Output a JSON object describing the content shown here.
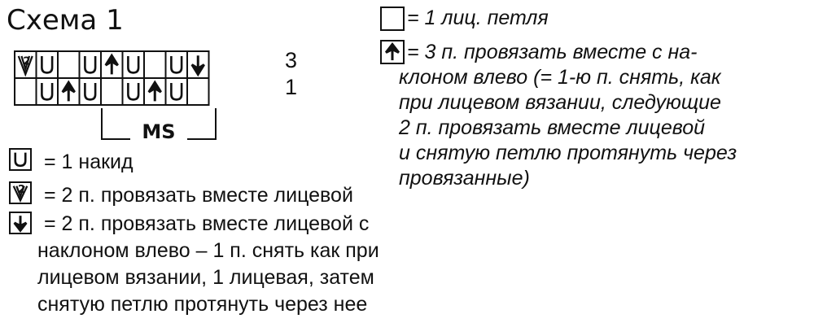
{
  "title": "Схема 1",
  "row_labels": [
    "3",
    "1"
  ],
  "ms_label": "MS",
  "grid": {
    "rows": [
      [
        "v2",
        "u",
        "",
        "u",
        "up",
        "u",
        "",
        "u",
        "down"
      ],
      [
        "",
        "u",
        "up",
        "u",
        "",
        "u",
        "up",
        "u",
        ""
      ]
    ]
  },
  "legend_left": [
    {
      "symbol": "u",
      "lines": [
        "= 1 накид"
      ]
    },
    {
      "symbol": "v2",
      "lines": [
        "= 2 п. провязать вместе лицевой"
      ]
    },
    {
      "symbol": "down",
      "lines": [
        "= 2 п. провязать вместе лицевой с",
        "наклоном влево – 1 п. снять как при",
        "лицевом вязании, 1 лицевая, затем",
        "снятую петлю протянуть через нее"
      ]
    }
  ],
  "legend_right": [
    {
      "symbol": "empty",
      "lines": [
        "= 1 лиц. петля"
      ]
    },
    {
      "symbol": "up",
      "lines": [
        "= 3 п. провязать вместе с на-",
        "клоном влево (= 1-ю п. снять, как",
        "при лицевом вязании, следующие",
        "2 п. провязать вместе лицевой",
        "и снятую петлю протянуть через",
        "провязанные)"
      ]
    }
  ]
}
